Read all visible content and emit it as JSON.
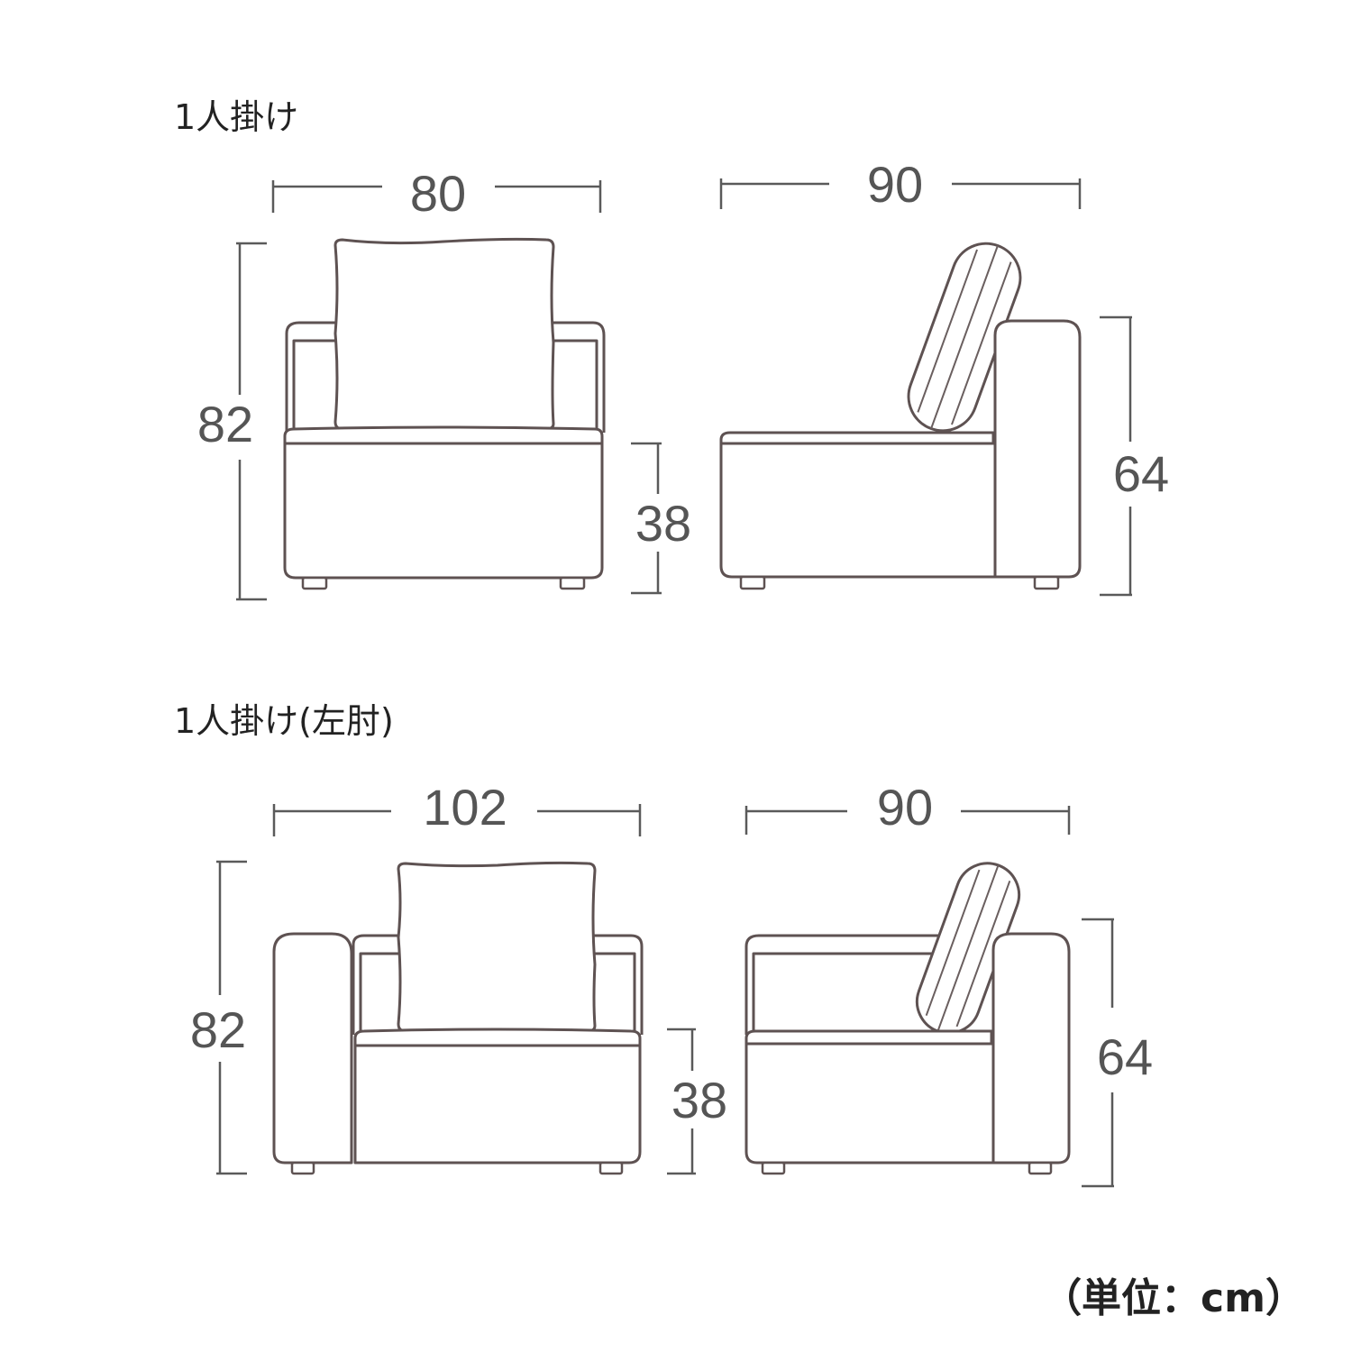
{
  "sections": [
    {
      "title": "1人掛け",
      "front": {
        "width": "80",
        "height": "82",
        "seat_height": "38"
      },
      "side": {
        "depth": "90",
        "arm_height": "64"
      }
    },
    {
      "title": "1人掛け(左肘)",
      "front": {
        "width": "102",
        "height": "82",
        "seat_height": "38"
      },
      "side": {
        "depth": "90",
        "arm_height": "64"
      }
    }
  ],
  "unit_note": "（単位：cm）",
  "colors": {
    "line": "#5e5252",
    "dimension": "#5a5a5a",
    "text": "#555555"
  }
}
